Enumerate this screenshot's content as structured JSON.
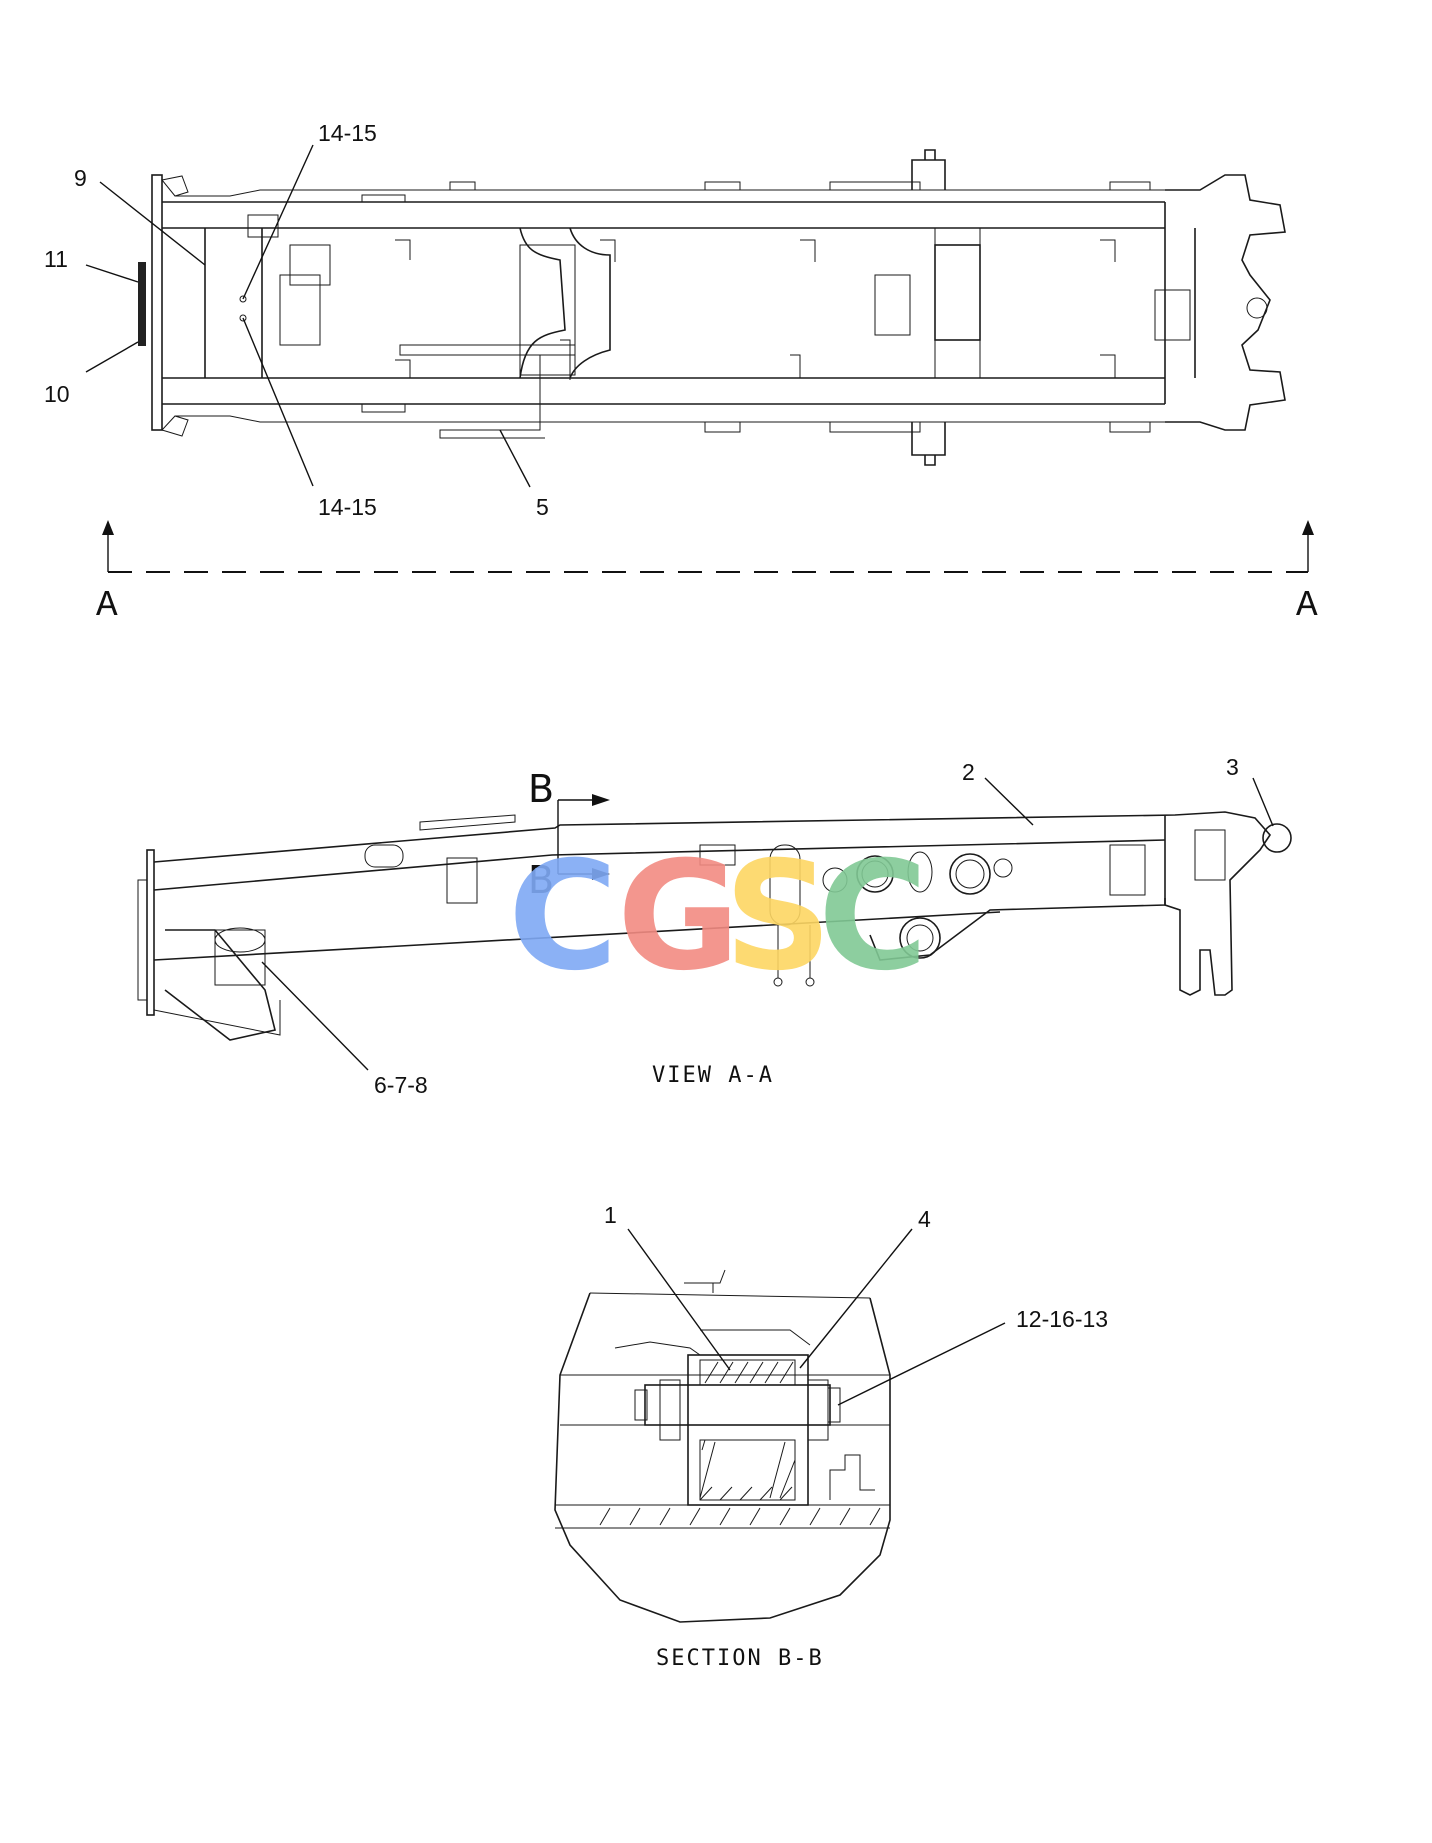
{
  "top_view": {
    "callouts": {
      "c9": "9",
      "c11": "11",
      "c10": "10",
      "c14_15_top": "14-15",
      "c14_15_bottom": "14-15",
      "c5": "5"
    },
    "section_marks": {
      "left": "A",
      "right": "A"
    }
  },
  "side_view": {
    "callouts": {
      "c2": "2",
      "c3": "3",
      "c6_7_8": "6-7-8"
    },
    "section_marks": {
      "upper": "B",
      "lower": "B"
    },
    "caption": "VIEW A-A"
  },
  "section_view": {
    "callouts": {
      "c1": "1",
      "c4": "4",
      "c12_16_13": "12-16-13"
    },
    "caption": "SECTION B-B"
  },
  "watermark": {
    "letters": [
      "C",
      "G",
      "S",
      "C"
    ],
    "colors": [
      "#7fa9f5",
      "#f28b82",
      "#fdd663",
      "#81c995"
    ]
  }
}
